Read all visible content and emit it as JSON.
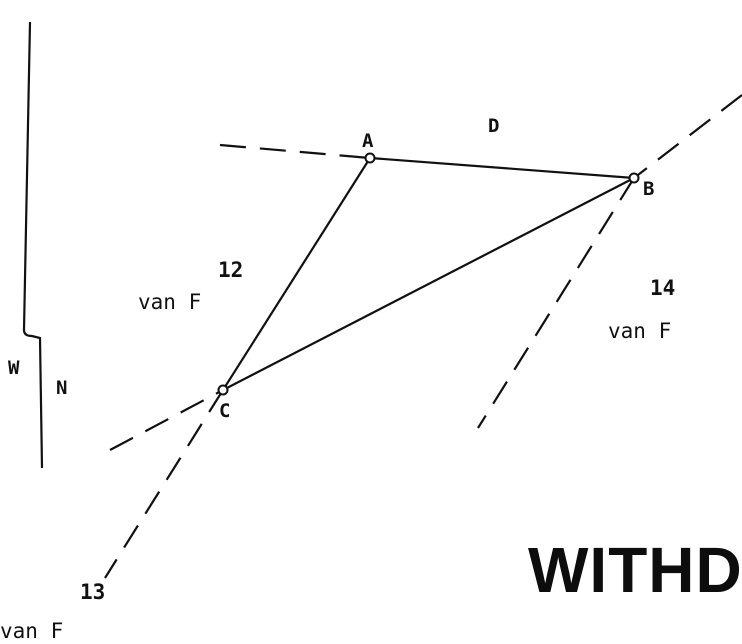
{
  "points": {
    "A": "A",
    "B": "B",
    "C": "C",
    "D": "D"
  },
  "regions": {
    "r12": {
      "number": "12",
      "text": "van F"
    },
    "r13": {
      "number": "13",
      "text": "van F"
    },
    "r14": {
      "number": "14",
      "text": "van F"
    }
  },
  "sidebar": {
    "W": "W",
    "N": "N"
  },
  "stamp": "WITHD"
}
